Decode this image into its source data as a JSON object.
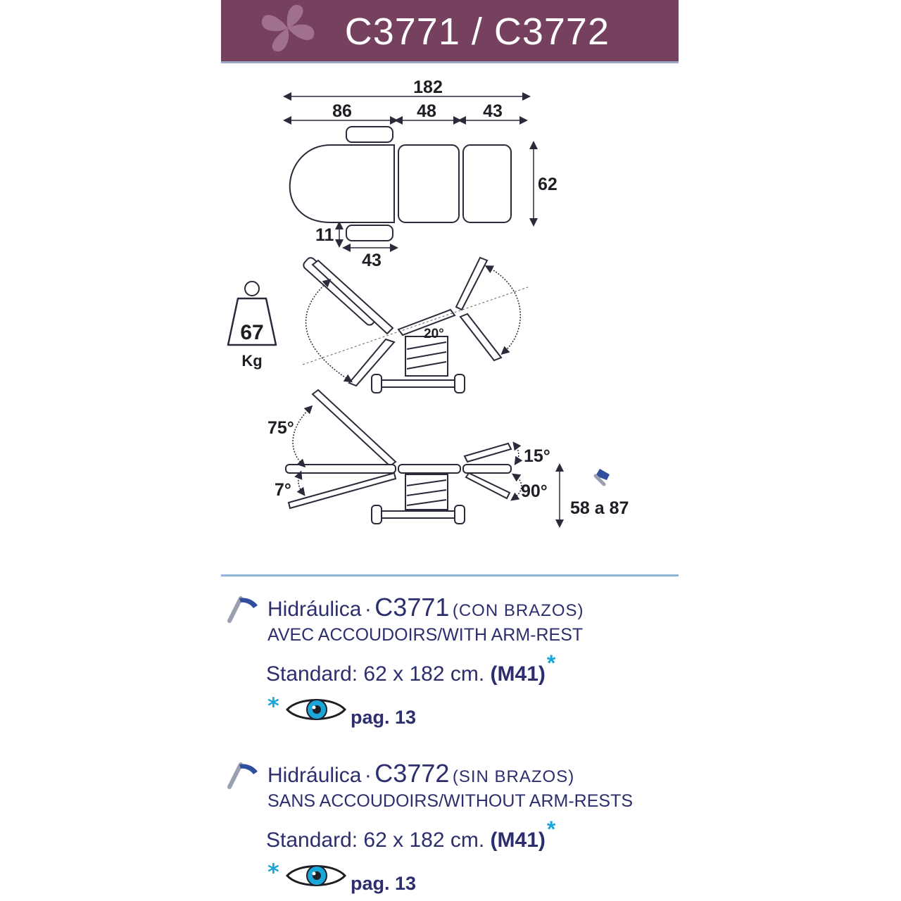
{
  "header": {
    "title": "C3771 / C3772"
  },
  "dimensions": {
    "total_length": "182",
    "head_section": "86",
    "seat_section": "48",
    "leg_section": "43",
    "width": "62",
    "armrest_width": "11",
    "armrest_length": "43",
    "seat_tilt": "20°",
    "backrest_up": "75°",
    "backrest_down": "7°",
    "leg_up": "15°",
    "leg_down": "90°",
    "height_range": "58 a 87"
  },
  "weight": {
    "value": "67",
    "unit": "Kg"
  },
  "products": [
    {
      "type": "Hidráulica",
      "separator": "·",
      "code": "C3771",
      "note": "(CON BRAZOS)",
      "translation": "AVEC ACCOUDOIRS/WITH ARM-REST",
      "standard_prefix": "Standard: 62 x 182 cm.",
      "model": "(M41)",
      "star": "*",
      "page_ref": "pag. 13"
    },
    {
      "type": "Hidráulica",
      "separator": "·",
      "code": "C3772",
      "note": "(SIN BRAZOS)",
      "translation": "SANS ACCOUDOIRS/WITHOUT ARM-RESTS",
      "standard_prefix": "Standard: 62 x 182 cm.",
      "model": "(M41)",
      "star": "*",
      "page_ref": "pag. 13"
    }
  ],
  "colors": {
    "header_bg": "#76405f",
    "text_navy": "#2c2e6e",
    "star_cyan": "#1aa6d8",
    "divider": "#8fb3d8"
  }
}
